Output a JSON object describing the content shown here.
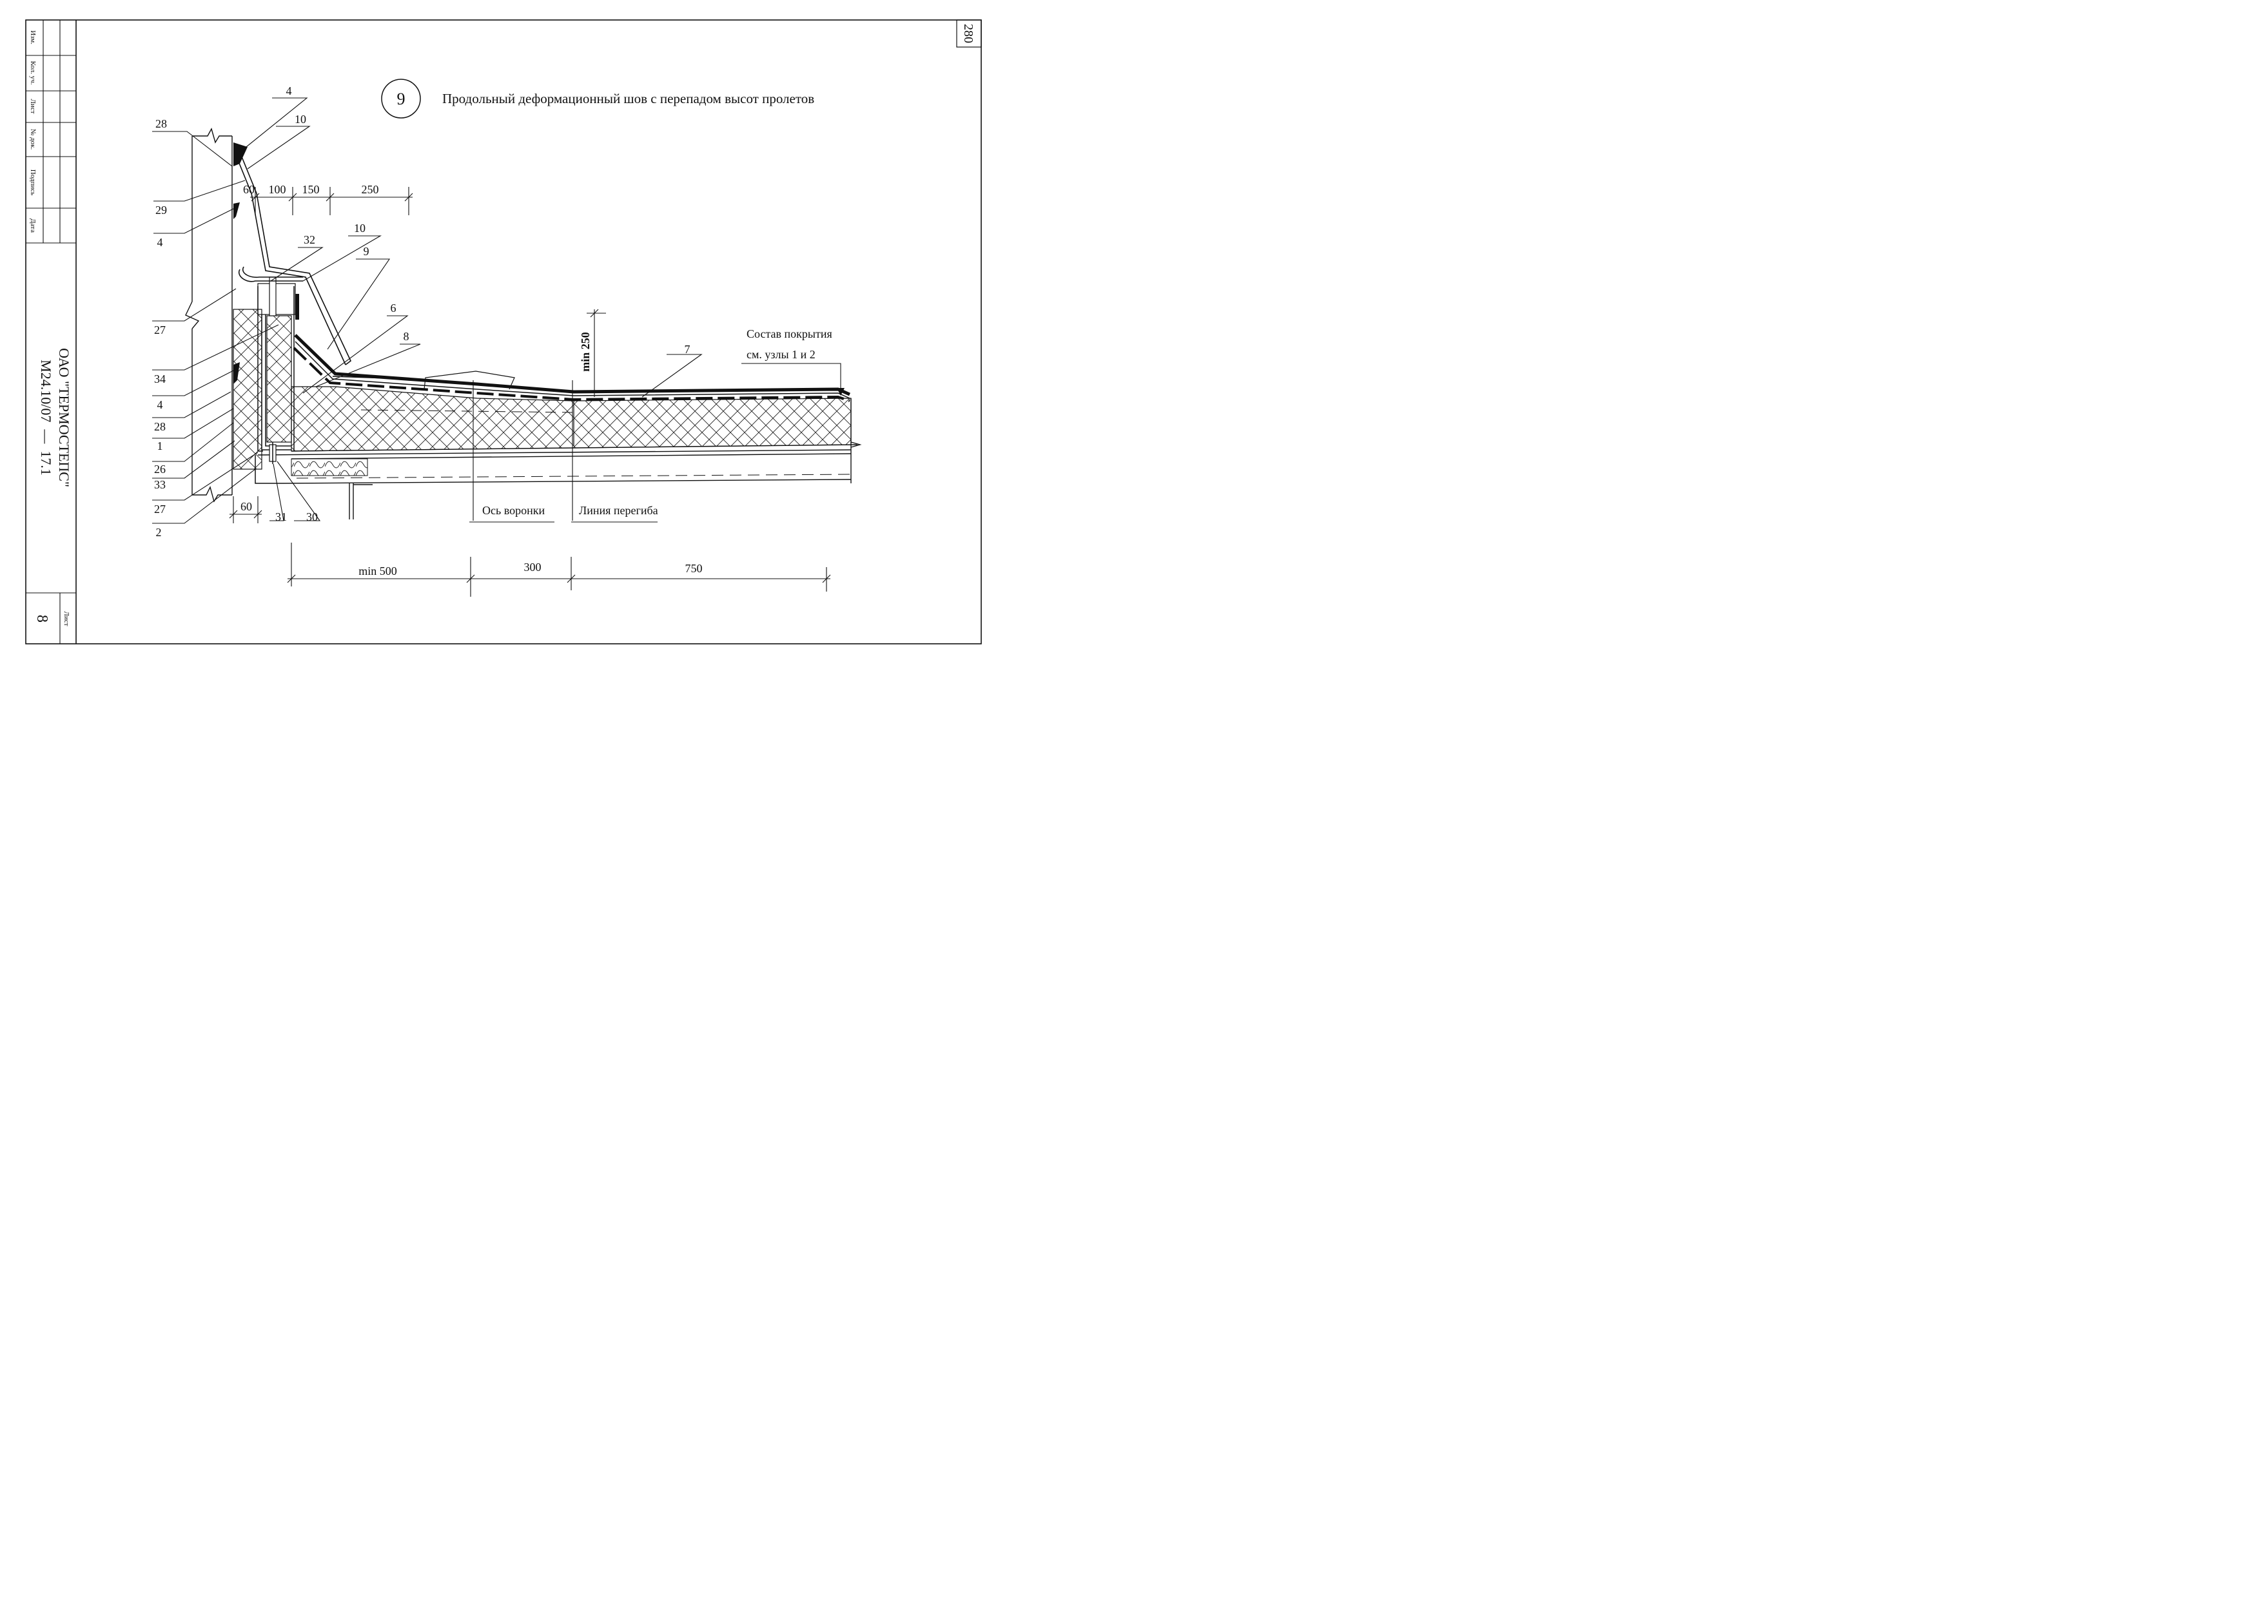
{
  "detail_number": "9",
  "title": "Продольный деформационный шов с перепадом высот пролетов",
  "page_ref": "280",
  "stamp": {
    "columns": [
      "Изм.",
      "Кол. уч.",
      "Лист",
      "№ док.",
      "Подпись",
      "Дата"
    ],
    "org": "ОАО \"ТЕРМОСТЕПС\"",
    "code": "М24.10/07  —  17.1",
    "sheet_label": "Лист",
    "sheet_number": "8"
  },
  "callouts": [
    "4",
    "28",
    "10",
    "29",
    "4",
    "32",
    "10",
    "9",
    "6",
    "8",
    "27",
    "34",
    "4",
    "28",
    "1",
    "26",
    "33",
    "27",
    "2",
    "31",
    "30",
    "7"
  ],
  "top_dims": [
    "60",
    "100",
    "150",
    "250"
  ],
  "vertical_dim": "min 250",
  "bottom_left_dim": "60",
  "bottom_dims": [
    "min 500",
    "300",
    "750"
  ],
  "axis_labels": {
    "funnel": "Ось воронки",
    "bend": "Линия перегиба"
  },
  "note": {
    "line1": "Состав покрытия",
    "line2": "см. узлы 1 и 2"
  }
}
